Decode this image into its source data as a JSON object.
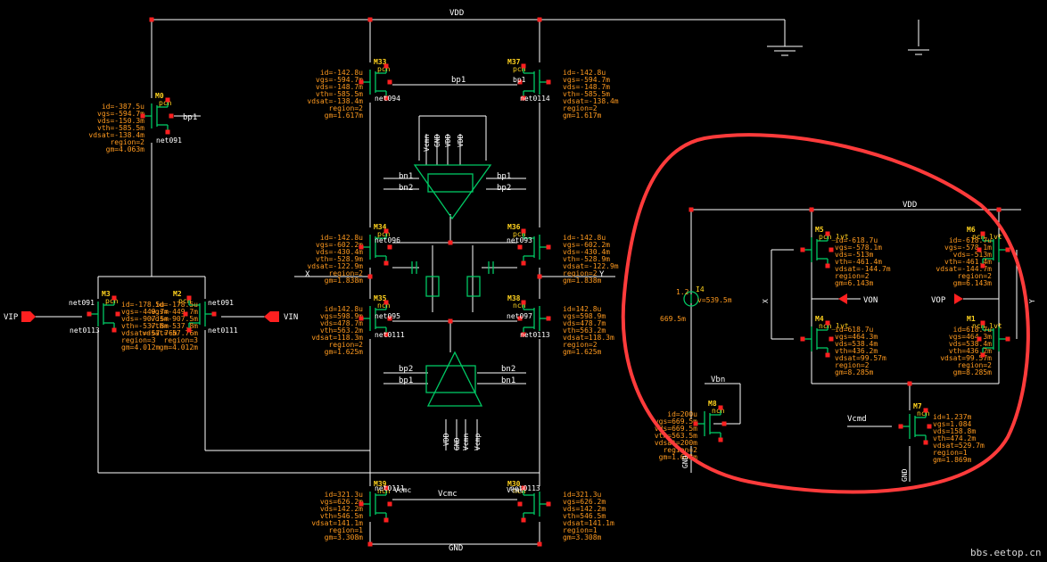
{
  "nets": {
    "vdd": "VDD",
    "gnd": "GND",
    "bp1": "bp1",
    "bp2": "bp2",
    "bn1": "bn1",
    "bn2": "bn2",
    "vcmc": "Vcmc",
    "x": "X",
    "y": "Y",
    "vip": "VIP",
    "vin": "VIN",
    "net091": "net091",
    "net094": "net094",
    "net0114": "net0114",
    "net0113": "net0113",
    "net0111": "net0111",
    "net095": "net095",
    "net097": "net097",
    "net096": "net096",
    "net093": "net093",
    "vcmn": "Vcmn",
    "vcmp": "Vcmp"
  },
  "devices": {
    "M0": {
      "name": "M0",
      "type": "pch",
      "lines": [
        "id=-387.5u",
        "vgs=-594.7m",
        "vds=-150.3m",
        "vth=-585.5m",
        "vdsat=-138.4m",
        "region=2",
        "gm=4.063m"
      ]
    },
    "M33": {
      "name": "M33",
      "type": "pch",
      "lines": [
        "id=-142.8u",
        "vgs=-594.7m",
        "vds=-148.7m",
        "vth=-585.5m",
        "vdsat=-138.4m",
        "region=2",
        "gm=1.617m"
      ]
    },
    "M37": {
      "name": "M37",
      "type": "pch",
      "lines": [
        "id=-142.8u",
        "vgs=-594.7m",
        "vds=-148.7m",
        "vth=-585.5m",
        "vdsat=-138.4m",
        "region=2",
        "gm=1.617m"
      ]
    },
    "M34": {
      "name": "M34",
      "type": "pch",
      "lines": [
        "id=-142.8u",
        "vgs=-602.2m",
        "vds=-430.4m",
        "vth=-528.9m",
        "vdsat=-122.9m",
        "region=2",
        "gm=1.838m"
      ]
    },
    "M36": {
      "name": "M36",
      "type": "pch",
      "lines": [
        "id=-142.8u",
        "vgs=-602.2m",
        "vds=-430.4m",
        "vth=-528.9m",
        "vdsat=-122.9m",
        "region=2",
        "gm=1.838m"
      ]
    },
    "M3": {
      "name": "M3",
      "type": "pch",
      "lines": [
        "id=-178.5u",
        "vgs=-449.7m",
        "vds=-907.5m",
        "vth=-537.8m",
        "vdsat=-57.76m",
        "region=3",
        "gm=4.012m"
      ]
    },
    "M2": {
      "name": "M2",
      "type": "pch",
      "lines": [
        "id=-178.5u",
        "vgs=-449.7m",
        "vds=-907.5m",
        "vth=-537.8m",
        "vdsat=-57.76m",
        "region=3",
        "gm=4.012m"
      ]
    },
    "M35": {
      "name": "M35",
      "type": "nch",
      "lines": [
        "id=142.8u",
        "vgs=598.9m",
        "vds=478.7m",
        "vth=563.2m",
        "vdsat=118.3m",
        "region=2",
        "gm=1.625m"
      ]
    },
    "M38": {
      "name": "M38",
      "type": "nch",
      "lines": [
        "id=142.8u",
        "vgs=598.9m",
        "vds=478.7m",
        "vth=563.2m",
        "vdsat=118.3m",
        "region=2",
        "gm=1.625m"
      ]
    },
    "M39": {
      "name": "M39",
      "type": "nch",
      "lines": [
        "id=321.3u",
        "vgs=626.2m",
        "vds=142.2m",
        "vth=546.5m",
        "vdsat=141.1m",
        "region=1",
        "gm=3.308m"
      ]
    },
    "M30": {
      "name": "M30",
      "type": "nch",
      "lines": [
        "id=321.3u",
        "vgs=626.2m",
        "vds=142.2m",
        "vth=546.5m",
        "vdsat=141.1m",
        "region=1",
        "gm=3.308m"
      ]
    },
    "M5": {
      "name": "M5",
      "type": "pch_lvt",
      "lines": [
        "id=-618.7u",
        "vgs=-578.1m",
        "vds=-513m",
        "vth=-461.4m",
        "vdsat=-144.7m",
        "region=2",
        "gm=6.143m"
      ]
    },
    "M6": {
      "name": "M6",
      "type": "pch_lvt",
      "lines": [
        "id=-618.7u",
        "vgs=-578.1m",
        "vds=-513m",
        "vth=-461.4m",
        "vdsat=-144.7m",
        "region=2",
        "gm=6.143m"
      ]
    },
    "M4": {
      "name": "M4",
      "type": "nch_lvt",
      "lines": [
        "id=618.7u",
        "vgs=464.3m",
        "vds=538.4m",
        "vth=436.2m",
        "vdsat=99.57m",
        "region=2",
        "gm=8.285m"
      ]
    },
    "M1": {
      "name": "M1",
      "type": "nch_lvt",
      "lines": [
        "id=618.7u",
        "vgs=464.3m",
        "vds=538.4m",
        "vth=436.2m",
        "vdsat=99.57m",
        "region=2",
        "gm=8.285m"
      ]
    },
    "M8": {
      "name": "M8",
      "type": "nch",
      "lines": [
        "id=200u",
        "vgs=669.5m",
        "vds=669.5m",
        "vth=563.5m",
        "vdsat=200m",
        "region=2",
        "gm=1.603m"
      ]
    },
    "M7": {
      "name": "M7",
      "type": "nch",
      "lines": [
        "id=1.237m",
        "vgs=1.084",
        "vds=158.8m",
        "vth=474.2m",
        "vdsat=529.7m",
        "region=1",
        "gm=1.869m"
      ]
    }
  },
  "right": {
    "vdd": "VDD",
    "gnd": "GND",
    "vbn": "Vbn",
    "vcmd": "Vcmd",
    "von": "VON",
    "vop": "VOP",
    "x": "X",
    "y": "Y",
    "src_v": "1.2",
    "src_label": "v=539.5m",
    "src_name": "I4",
    "node_v": "669.5m"
  },
  "watermark": "bbs.eetop.cn",
  "colors": {
    "background": "#000000",
    "wire": "#ffffff",
    "device": "#00c864",
    "annotation": "#ff9a1f",
    "pin": "#ff2020",
    "highlight": "#ff3b3b"
  }
}
